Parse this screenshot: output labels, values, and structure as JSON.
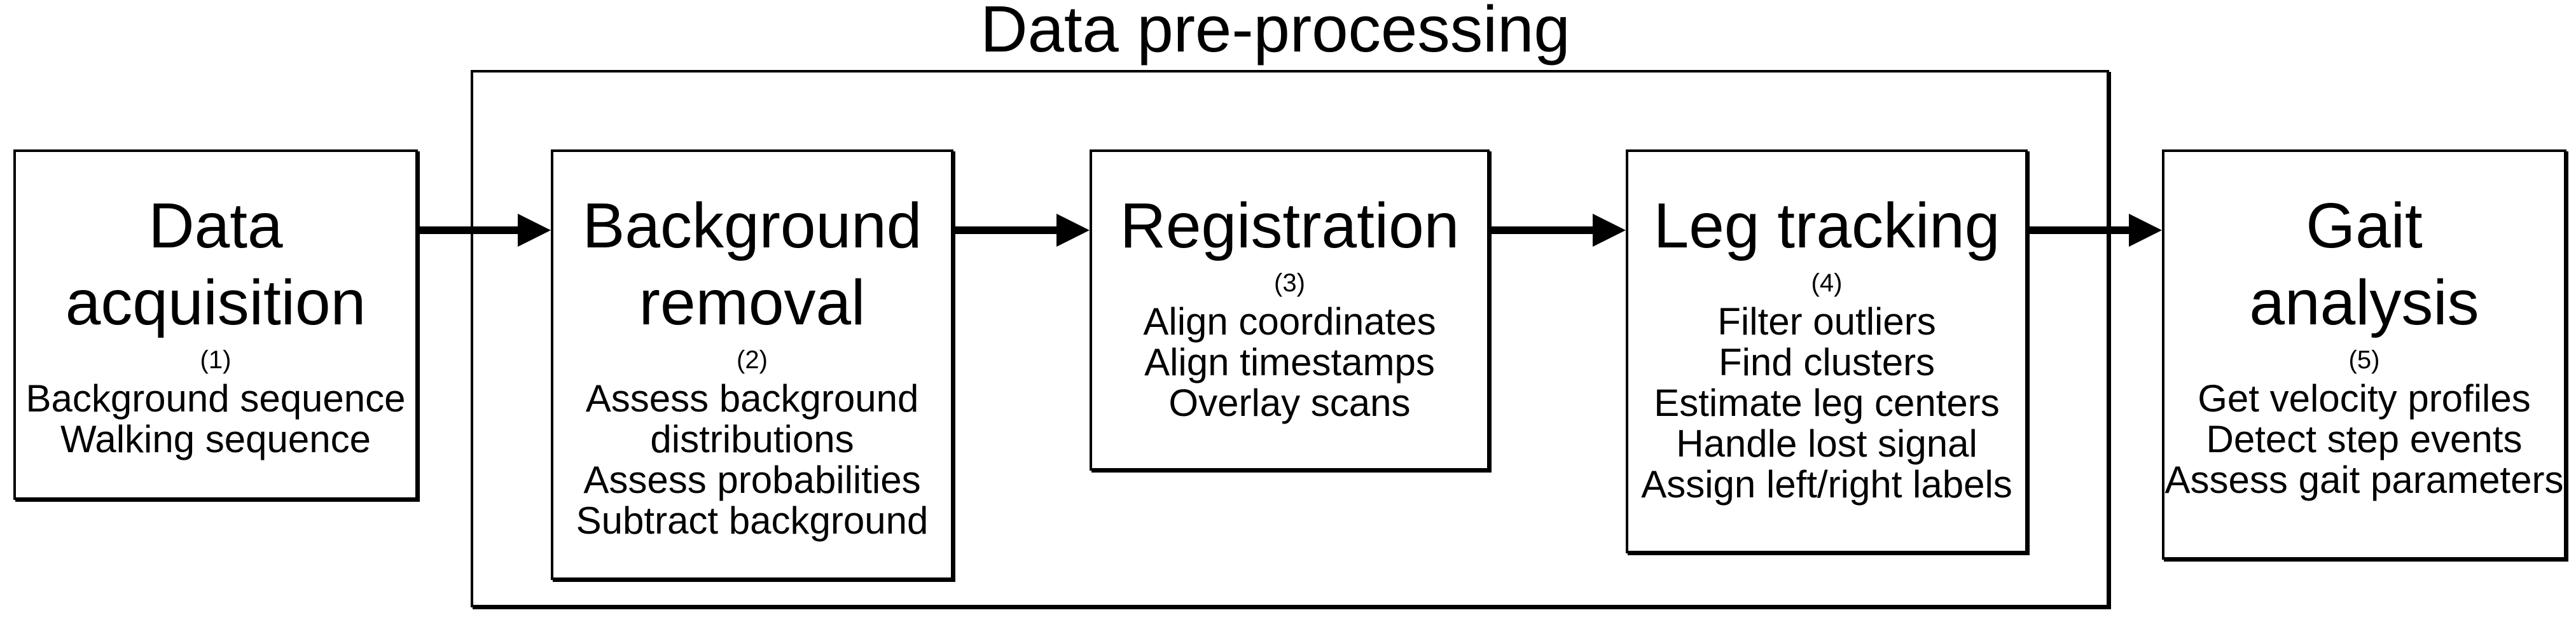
{
  "title": "Data pre-processing",
  "colors": {
    "foreground": "#000000",
    "background": "#ffffff"
  },
  "boxes": [
    {
      "title_lines": [
        "Data",
        "acquisition"
      ],
      "number": "(1)",
      "items": [
        "Background sequence",
        "Walking sequence"
      ]
    },
    {
      "title_lines": [
        "Background",
        "removal"
      ],
      "number": "(2)",
      "items": [
        "Assess background",
        "distributions",
        "Assess probabilities",
        "Subtract background"
      ]
    },
    {
      "title_lines": [
        "Registration"
      ],
      "number": "(3)",
      "items": [
        "Align coordinates",
        "Align timestamps",
        "Overlay scans"
      ]
    },
    {
      "title_lines": [
        "Leg tracking"
      ],
      "number": "(4)",
      "items": [
        "Filter outliers",
        "Find clusters",
        "Estimate leg centers",
        "Handle lost signal",
        "Assign left/right labels"
      ]
    },
    {
      "title_lines": [
        "Gait",
        "analysis"
      ],
      "number": "(5)",
      "items": [
        "Get velocity profiles",
        "Detect step events",
        "Assess gait parameters"
      ]
    }
  ]
}
